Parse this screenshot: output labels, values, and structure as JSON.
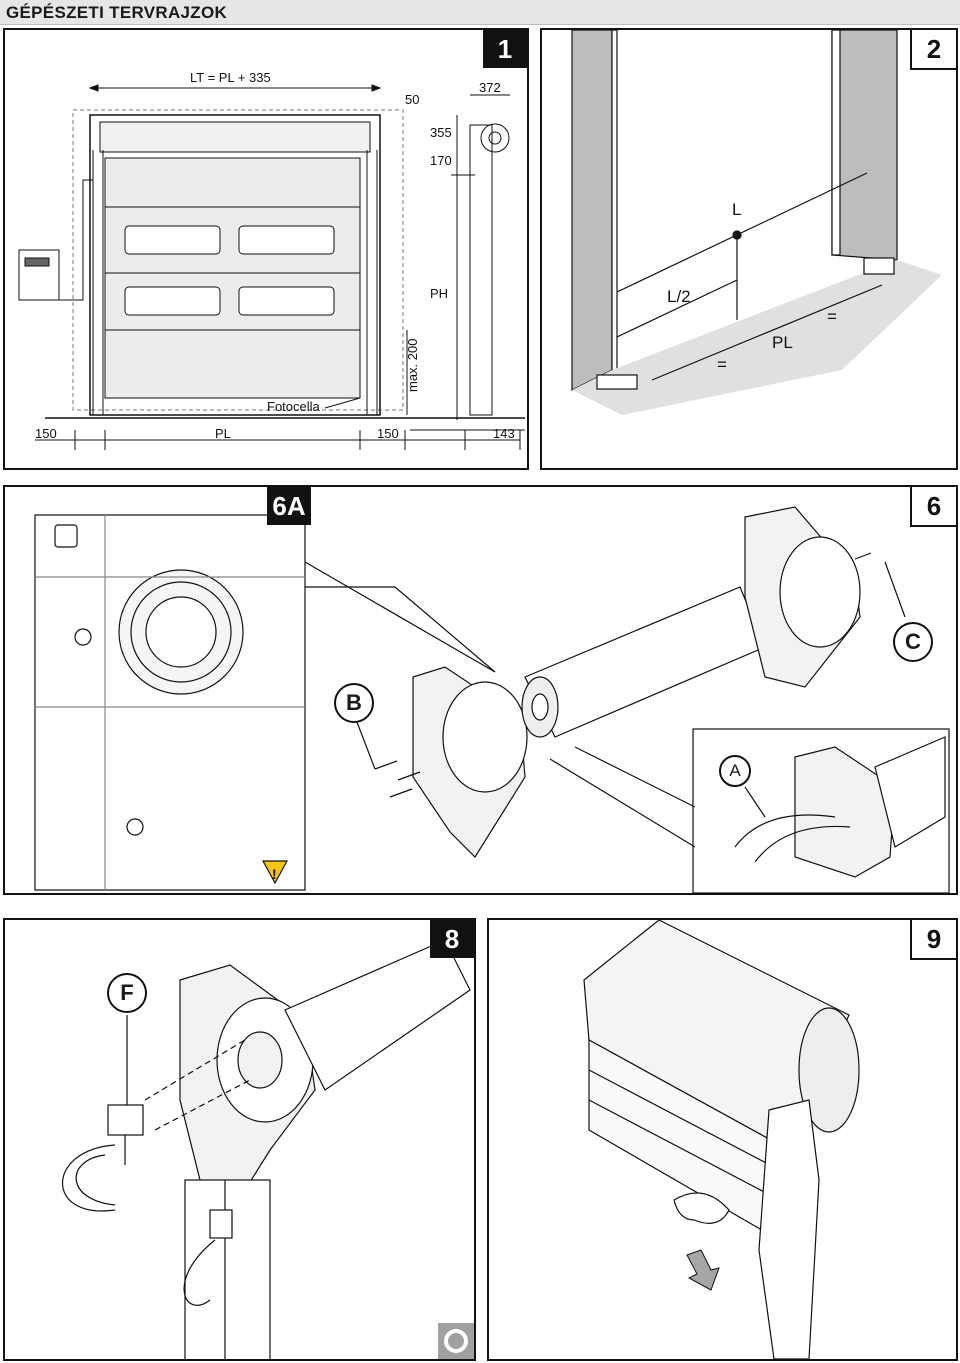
{
  "header": {
    "title": "GÉPÉSZETI TERVRAJZOK"
  },
  "panel1": {
    "number": "1",
    "lt_label": "LT = PL + 335",
    "dim_50": "50",
    "dim_372": "372",
    "dim_355": "355",
    "dim_170": "170",
    "ph": "PH",
    "max200": "max. 200",
    "fotocella": "Fotocella",
    "bottom_150_left": "150",
    "bottom_pl": "PL",
    "bottom_150_right": "150",
    "bottom_143": "143"
  },
  "panel2": {
    "number": "2",
    "l": "L",
    "l2": "L/2",
    "pl": "PL",
    "eq_left": "=",
    "eq_right": "="
  },
  "panel6": {
    "number": "6",
    "detail": "6A",
    "label_b": "B",
    "label_c": "C",
    "label_a": "A",
    "warning_icon": "warning-triangle-icon"
  },
  "panel8": {
    "number": "8",
    "label_f": "F"
  },
  "panel9": {
    "number": "9",
    "arrow_icon": "arrow-down-icon"
  }
}
